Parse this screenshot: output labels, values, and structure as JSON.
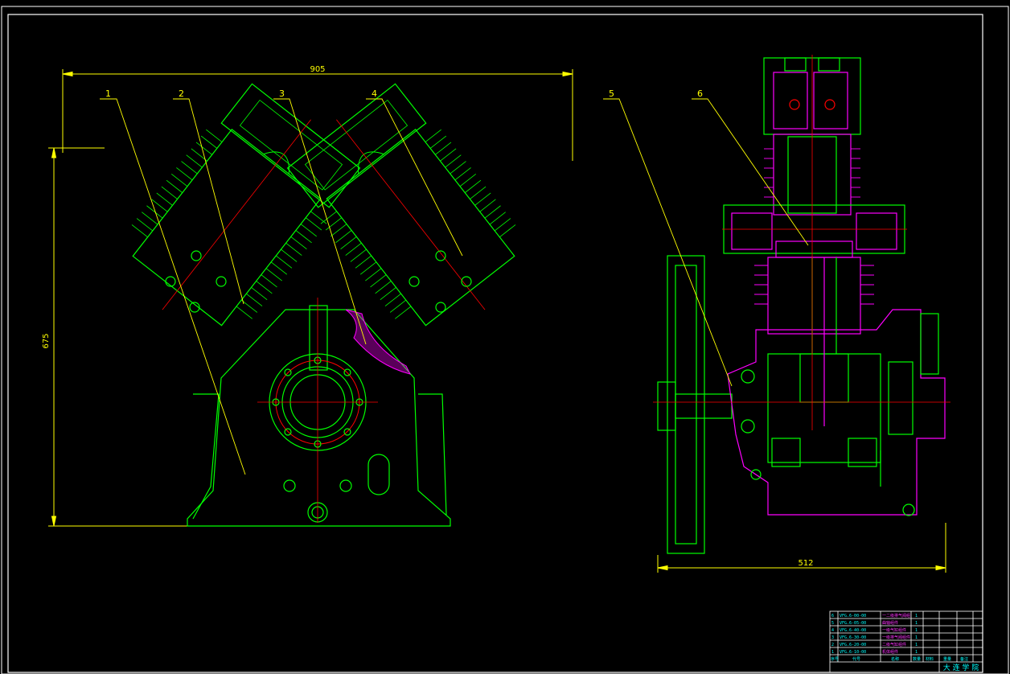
{
  "drawing": {
    "dimensions": {
      "overall_width": "905",
      "overall_height": "675",
      "side_width": "512"
    },
    "part_labels": [
      "1",
      "2",
      "3",
      "4",
      "5",
      "6"
    ],
    "title_block": {
      "rows": [
        {
          "no": "6",
          "code": "VFG.6-00-00",
          "name": "一二级排气阀组",
          "qty": "1"
        },
        {
          "no": "5",
          "code": "VFG.6-05-00",
          "name": "曲轴组件",
          "qty": "1"
        },
        {
          "no": "4",
          "code": "VFG.6-40-00",
          "name": "一级气缸组件",
          "qty": "1"
        },
        {
          "no": "3",
          "code": "VFG.6-30-00",
          "name": "一级排气阀组件",
          "qty": "1"
        },
        {
          "no": "2",
          "code": "VFG.6-20-00",
          "name": "二级气缸组件",
          "qty": "1"
        },
        {
          "no": "1",
          "code": "VFG.6-10-00",
          "name": "机体组件",
          "qty": "1"
        }
      ],
      "header": [
        "序号",
        "代号",
        "名称",
        "数量",
        "材料",
        "重量",
        "备注"
      ],
      "school": "大 连 学 院"
    },
    "colors": {
      "background": "#000000",
      "border": "#ffffff",
      "outline": "#00ff00",
      "dimension": "#ffff00",
      "centerline": "#ff0000",
      "section": "#ff00ff",
      "text": "#00ffff"
    }
  }
}
